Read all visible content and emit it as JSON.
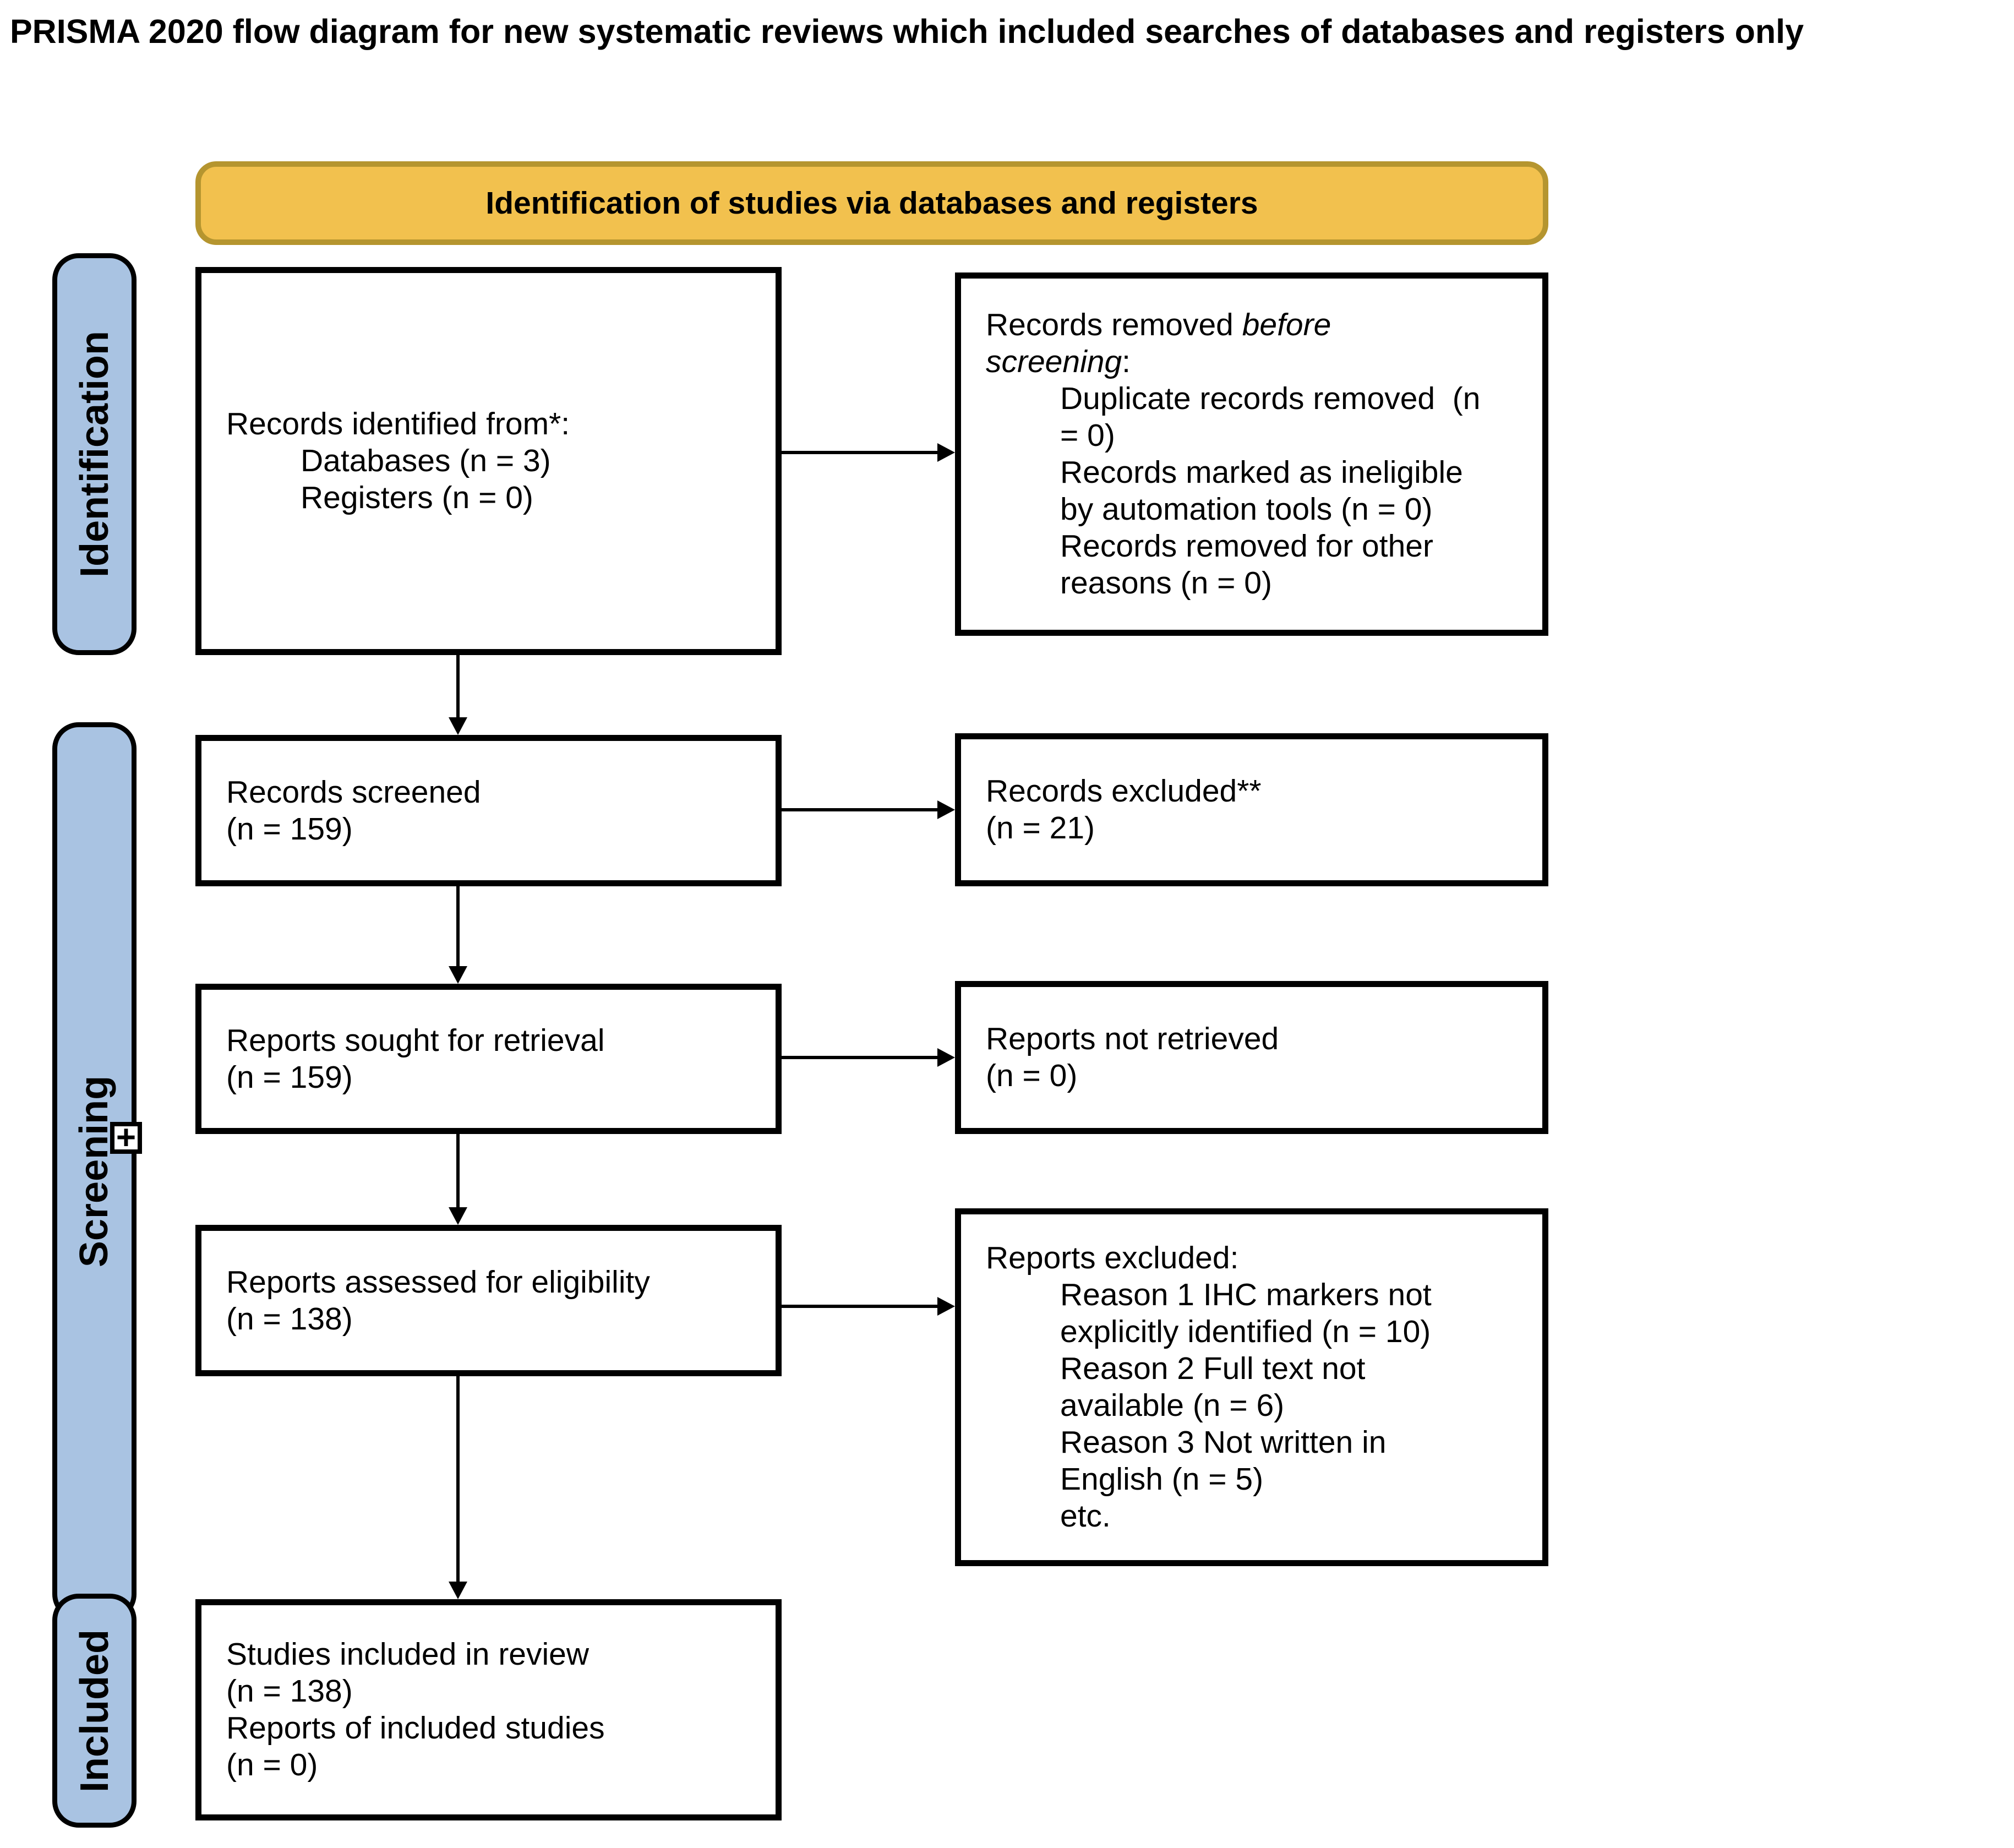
{
  "title": "PRISMA 2020 flow diagram for new systematic reviews which included searches of databases and registers only",
  "banner": {
    "label": "Identification of studies via databases and registers",
    "fill": "#F2C14E",
    "border_color": "#B5952F"
  },
  "sidebar": {
    "fill": "#A9C3E2",
    "border_color": "#000000",
    "items": [
      {
        "id": "identification",
        "label": "Identification"
      },
      {
        "id": "screening",
        "label": "Screening"
      },
      {
        "id": "included",
        "label": "Included"
      }
    ]
  },
  "expand_icon": {
    "glyph": "+"
  },
  "arrow_color": "#000000",
  "box_border_color": "#000000",
  "flow": {
    "nodes": [
      {
        "id": "records-identified",
        "lines": [
          {
            "indent": 0,
            "segments": [
              {
                "text": "Records identified from*:"
              }
            ]
          },
          {
            "indent": 1,
            "segments": [
              {
                "text": "Databases (n = 3)"
              }
            ]
          },
          {
            "indent": 1,
            "segments": [
              {
                "text": "Registers (n = 0)"
              }
            ]
          }
        ]
      },
      {
        "id": "records-removed",
        "lines": [
          {
            "indent": 0,
            "segments": [
              {
                "text": "Records removed "
              },
              {
                "text": "before",
                "italic": true
              }
            ]
          },
          {
            "indent": 0,
            "segments": [
              {
                "text": "screening",
                "italic": true
              },
              {
                "text": ":"
              }
            ]
          },
          {
            "indent": 1,
            "segments": [
              {
                "text": "Duplicate records removed  (n"
              }
            ]
          },
          {
            "indent": 1,
            "segments": [
              {
                "text": "= 0)"
              }
            ]
          },
          {
            "indent": 1,
            "segments": [
              {
                "text": "Records marked as ineligible"
              }
            ]
          },
          {
            "indent": 1,
            "segments": [
              {
                "text": "by automation tools (n = 0)"
              }
            ]
          },
          {
            "indent": 1,
            "segments": [
              {
                "text": "Records removed for other"
              }
            ]
          },
          {
            "indent": 1,
            "segments": [
              {
                "text": "reasons (n = 0)"
              }
            ]
          }
        ]
      },
      {
        "id": "records-screened",
        "lines": [
          {
            "indent": 0,
            "segments": [
              {
                "text": "Records screened"
              }
            ]
          },
          {
            "indent": 0,
            "segments": [
              {
                "text": "(n = 159)"
              }
            ]
          }
        ]
      },
      {
        "id": "records-excluded",
        "lines": [
          {
            "indent": 0,
            "segments": [
              {
                "text": "Records excluded**"
              }
            ]
          },
          {
            "indent": 0,
            "segments": [
              {
                "text": "(n = 21)"
              }
            ]
          }
        ]
      },
      {
        "id": "reports-sought",
        "lines": [
          {
            "indent": 0,
            "segments": [
              {
                "text": "Reports sought for retrieval"
              }
            ]
          },
          {
            "indent": 0,
            "segments": [
              {
                "text": "(n = 159)"
              }
            ]
          }
        ]
      },
      {
        "id": "reports-not-retrieved",
        "lines": [
          {
            "indent": 0,
            "segments": [
              {
                "text": "Reports not retrieved"
              }
            ]
          },
          {
            "indent": 0,
            "segments": [
              {
                "text": "(n = 0)"
              }
            ]
          }
        ]
      },
      {
        "id": "reports-assessed",
        "lines": [
          {
            "indent": 0,
            "segments": [
              {
                "text": "Reports assessed for eligibility"
              }
            ]
          },
          {
            "indent": 0,
            "segments": [
              {
                "text": "(n = 138)"
              }
            ]
          }
        ]
      },
      {
        "id": "reports-excluded",
        "lines": [
          {
            "indent": 0,
            "segments": [
              {
                "text": "Reports excluded:"
              }
            ]
          },
          {
            "indent": 1,
            "segments": [
              {
                "text": "Reason 1 IHC markers not"
              }
            ]
          },
          {
            "indent": 1,
            "segments": [
              {
                "text": "explicitly identified (n = 10)"
              }
            ]
          },
          {
            "indent": 1,
            "segments": [
              {
                "text": "Reason 2 Full text not"
              }
            ]
          },
          {
            "indent": 1,
            "segments": [
              {
                "text": "available (n = 6)"
              }
            ]
          },
          {
            "indent": 1,
            "segments": [
              {
                "text": "Reason 3 Not written in"
              }
            ]
          },
          {
            "indent": 1,
            "segments": [
              {
                "text": "English (n = 5)"
              }
            ]
          },
          {
            "indent": 1,
            "segments": [
              {
                "text": "etc."
              }
            ]
          }
        ]
      },
      {
        "id": "studies-included",
        "lines": [
          {
            "indent": 0,
            "segments": [
              {
                "text": "Studies included in review"
              }
            ]
          },
          {
            "indent": 0,
            "segments": [
              {
                "text": "(n = 138)"
              }
            ]
          },
          {
            "indent": 0,
            "segments": [
              {
                "text": "Reports of included studies"
              }
            ]
          },
          {
            "indent": 0,
            "segments": [
              {
                "text": "(n = 0)"
              }
            ]
          }
        ]
      }
    ]
  }
}
